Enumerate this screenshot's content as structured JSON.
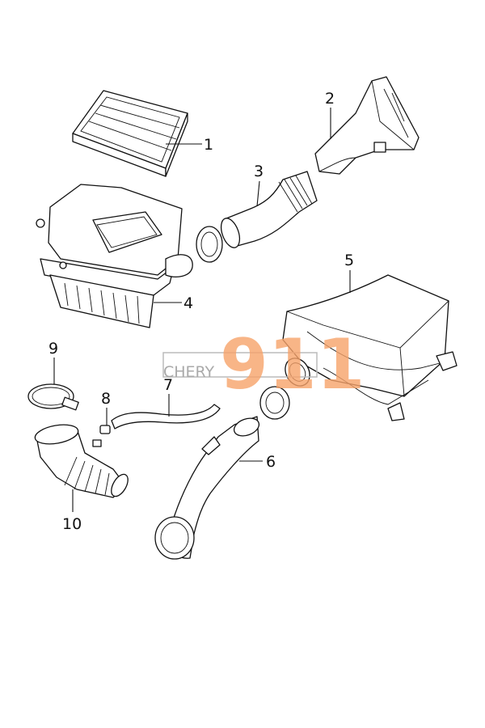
{
  "diagram": {
    "title": "Air intake system parts diagram",
    "callouts": [
      {
        "number": "1",
        "part": "air-filter-element"
      },
      {
        "number": "2",
        "part": "air-inlet-duct"
      },
      {
        "number": "3",
        "part": "intake-hose"
      },
      {
        "number": "4",
        "part": "air-cleaner-housing"
      },
      {
        "number": "5",
        "part": "resonator"
      },
      {
        "number": "6",
        "part": "intake-pipe"
      },
      {
        "number": "7",
        "part": "breather-hose"
      },
      {
        "number": "8",
        "part": "hose-clamp-small"
      },
      {
        "number": "9",
        "part": "hose-clamp"
      },
      {
        "number": "10",
        "part": "air-intake-bellows"
      }
    ]
  },
  "watermark": {
    "brand": "CHERY",
    "number": "911",
    "color": "#f7a36a"
  }
}
